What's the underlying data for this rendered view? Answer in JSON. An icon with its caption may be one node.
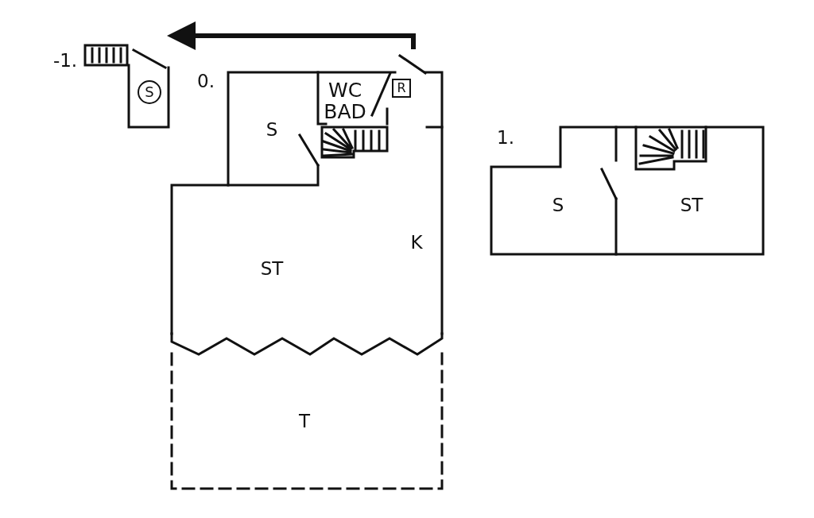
{
  "diagram": {
    "labels": [
      "-1.",
      "S",
      "0.",
      "WC BAD",
      "R",
      "S",
      "K",
      "ST",
      "T",
      "1.",
      "S",
      "ST"
    ]
  }
}
